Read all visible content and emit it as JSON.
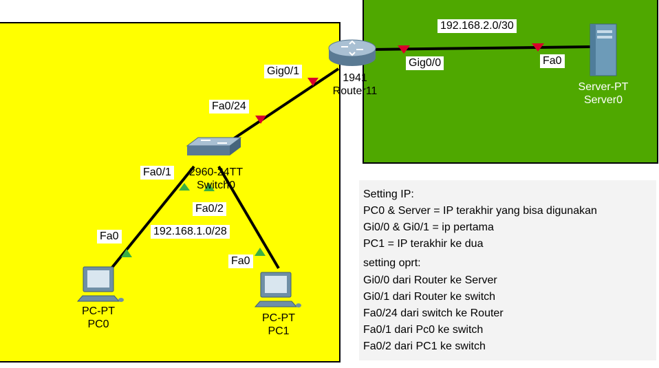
{
  "devices": {
    "router": {
      "model": "1941",
      "name": "Router11"
    },
    "switch": {
      "model": "2960-24TT",
      "name": "Switch0"
    },
    "server": {
      "model": "Server-PT",
      "name": "Server0"
    },
    "pc0": {
      "model": "PC-PT",
      "name": "PC0"
    },
    "pc1": {
      "model": "PC-PT",
      "name": "PC1"
    }
  },
  "networks": {
    "lan": "192.168.1.0/28",
    "wan": "192.168.2.0/30"
  },
  "ports": {
    "router_gig0_1": "Gig0/1",
    "router_gig0_0": "Gig0/0",
    "switch_fa0_24": "Fa0/24",
    "switch_fa0_1": "Fa0/1",
    "switch_fa0_2": "Fa0/2",
    "pc0_fa0": "Fa0",
    "pc1_fa0": "Fa0",
    "server_fa0": "Fa0"
  },
  "colors": {
    "lan_area": "#ffff00",
    "wan_area": "#4fa800",
    "link": "#000000",
    "link_down": "#d9002b",
    "link_up": "#3cb043"
  },
  "notes": {
    "lines": [
      "Setting IP:",
      "PC0 & Server = IP terakhir yang bisa digunakan",
      "Gi0/0 & Gi0/1 = ip pertama",
      "PC1 = IP terakhir ke dua",
      "setting oprt:",
      "Gi0/0 dari Router ke Server",
      "Gi0/1 dari Router ke switch",
      "Fa0/24 dari switch ke Router",
      "Fa0/1 dari Pc0 ke switch",
      "Fa0/2 dari PC1 ke switch"
    ]
  }
}
